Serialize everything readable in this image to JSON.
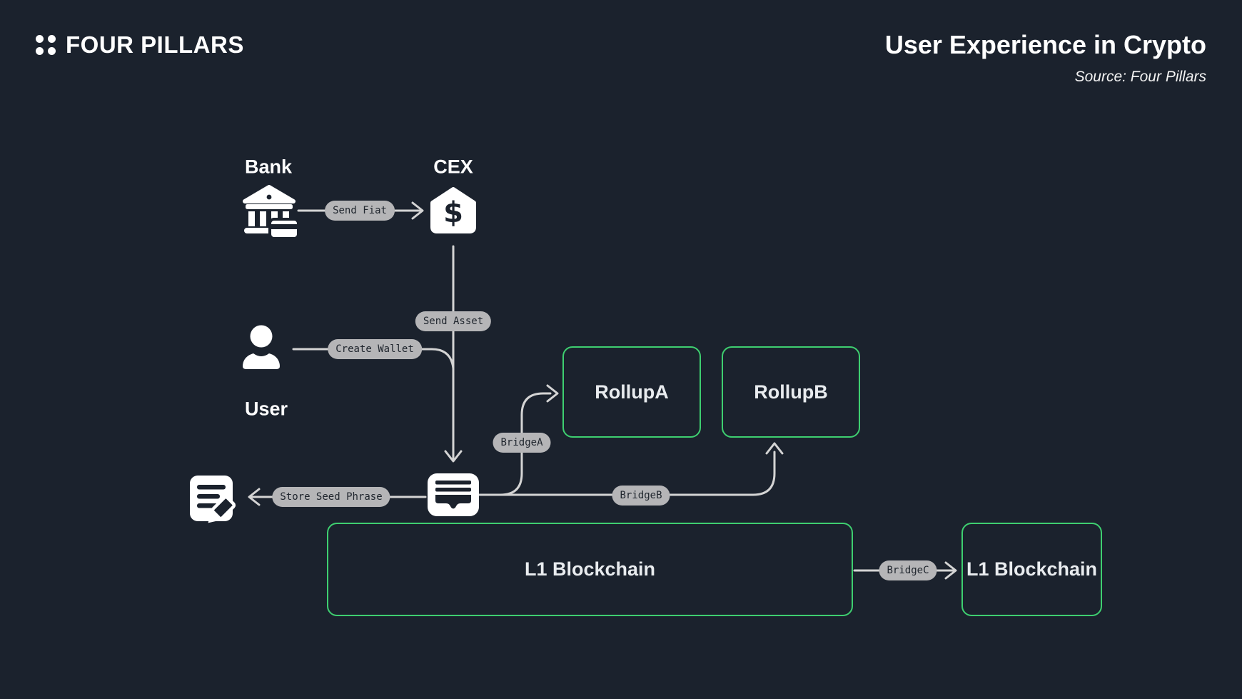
{
  "header": {
    "logo_text": "FOUR PILLARS",
    "title": "User Experience in Crypto",
    "source": "Source: Four Pillars"
  },
  "colors": {
    "background": "#1b222d",
    "accent_green": "#3ecf70",
    "connector_gray": "#d4d4d4",
    "pill_background": "#b5b5b7",
    "pill_text": "#20262e",
    "text_white": "#ffffff"
  },
  "nodes": {
    "bank": {
      "label": "Bank",
      "icon": "bank-building-card-icon"
    },
    "cex": {
      "label": "CEX",
      "icon": "dollar-house-icon"
    },
    "user": {
      "label": "User",
      "icon": "person-icon"
    },
    "wallet": {
      "icon": "wallet-icon"
    },
    "seed_note": {
      "icon": "note-pencil-icon"
    },
    "rollup_a": {
      "label": "RollupA"
    },
    "rollup_b": {
      "label": "RollupB"
    },
    "l1_main": {
      "label": "L1 Blockchain"
    },
    "l1_other": {
      "label": "L1 Blockchain"
    }
  },
  "edges": {
    "send_fiat": {
      "label": "Send Fiat",
      "from": "bank",
      "to": "cex"
    },
    "send_asset": {
      "label": "Send Asset",
      "from": "cex",
      "to": "wallet"
    },
    "create_wallet": {
      "label": "Create Wallet",
      "from": "user",
      "to": "wallet"
    },
    "store_seed_phrase": {
      "label": "Store Seed Phrase",
      "from": "wallet",
      "to": "seed_note"
    },
    "bridge_a": {
      "label": "BridgeA",
      "from": "wallet",
      "to": "rollup_a"
    },
    "bridge_b": {
      "label": "BridgeB",
      "from": "wallet",
      "to": "rollup_b"
    },
    "bridge_c": {
      "label": "BridgeC",
      "from": "l1_main",
      "to": "l1_other"
    }
  }
}
